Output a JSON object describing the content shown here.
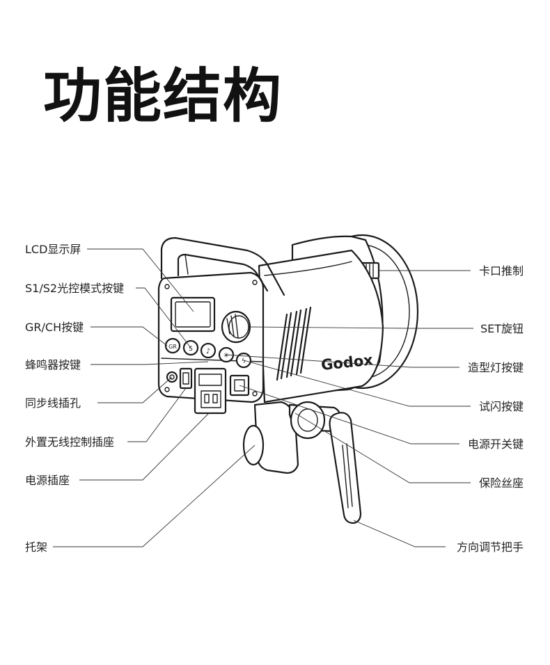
{
  "title": "功能结构",
  "brand": "Godox",
  "labels": {
    "lcd": "LCD显示屏",
    "s1s2": "S1/S2光控模式按键",
    "grch": "GR/CH按键",
    "buzzer": "蜂鸣器按键",
    "sync": "同步线插孔",
    "wireless": "外置无线控制插座",
    "power_socket": "电源插座",
    "bracket": "托架",
    "mount_release": "卡口推制",
    "set_knob": "SET旋钮",
    "modeling": "造型灯按键",
    "test": "试闪按键",
    "power_switch": "电源开关键",
    "fuse": "保险丝座",
    "handle": "方向调节把手"
  },
  "button_glyphs": {
    "grch": "GR",
    "s1s2": "S",
    "buzzer": "♪",
    "modeling": "☀",
    "test": "ϟ"
  }
}
